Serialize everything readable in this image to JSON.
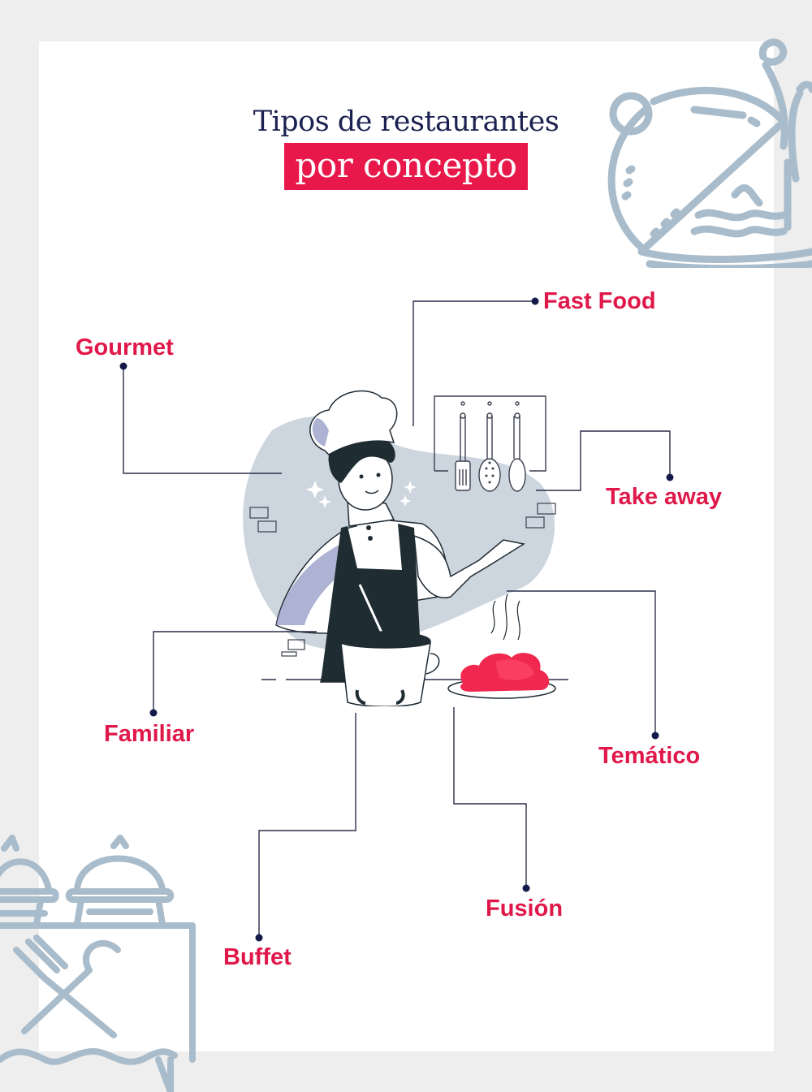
{
  "header": {
    "title_line1": "Tipos de restaurantes",
    "title_line2": "por concepto"
  },
  "colors": {
    "background": "#eeeeee",
    "card": "#ffffff",
    "title": "#1b2150",
    "accent": "#e8194a",
    "label": "#e0184a",
    "connector": "#2a2f4a",
    "dot": "#141b4a",
    "decor": "#a9bccb",
    "blob": "#cdd6de"
  },
  "labels": [
    {
      "id": "gourmet",
      "text": "Gourmet"
    },
    {
      "id": "fast-food",
      "text": "Fast Food"
    },
    {
      "id": "take-away",
      "text": "Take away"
    },
    {
      "id": "tematico",
      "text": "Temático"
    },
    {
      "id": "familiar",
      "text": "Familiar"
    },
    {
      "id": "fusion",
      "text": "Fusión"
    },
    {
      "id": "buffet",
      "text": "Buffet"
    }
  ],
  "icons": {
    "top_right": "food-cloche-icon",
    "bottom_left": "buffet-table-icon",
    "center": "chef-cooking-illustration"
  }
}
